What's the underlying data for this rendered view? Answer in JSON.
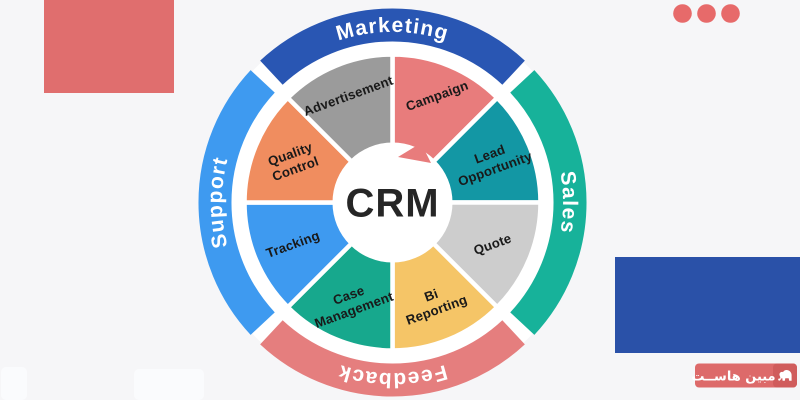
{
  "canvas": {
    "background": "#f6f6f8"
  },
  "decor": {
    "square_color": "#e06e6e",
    "dots_color": "#e76a6a",
    "panel_color": "#2a51a8",
    "faint_color": "#fafbfd"
  },
  "center": {
    "title": "CRM",
    "title_color": "#262626",
    "circle_color": "#ffffff",
    "pointer_color": "#e87c7c"
  },
  "outer_ring": {
    "marketing": {
      "label": "Marketing",
      "color": "#2956b3"
    },
    "sales": {
      "label": "Sales",
      "color": "#17b29a"
    },
    "feedback": {
      "label": "Feedback",
      "color": "#e57e7e"
    },
    "support": {
      "label": "Support",
      "color": "#3e9af0"
    },
    "label_color": "#ffffff"
  },
  "wheel": {
    "label_color": "#191919",
    "segments": [
      {
        "label": "Campaign",
        "lines": [
          "Campaign"
        ],
        "color": "#e87c7c"
      },
      {
        "label": "Lead Opportunity",
        "lines": [
          "Lead",
          "Opportunity"
        ],
        "color": "#1397a4"
      },
      {
        "label": "Quote",
        "lines": [
          "Quote"
        ],
        "color": "#cdcdcd"
      },
      {
        "label": "Bi Reporting",
        "lines": [
          "Bi",
          "Reporting"
        ],
        "color": "#f5c567"
      },
      {
        "label": "Case Management",
        "lines": [
          "Case",
          "Management"
        ],
        "color": "#17a88d"
      },
      {
        "label": "Tracking",
        "lines": [
          "Tracking"
        ],
        "color": "#3e9af0"
      },
      {
        "label": "Quality Control",
        "lines": [
          "Quality",
          "Control"
        ],
        "color": "#f08d5f"
      },
      {
        "label": "Advertisement",
        "lines": [
          "Advertisement"
        ],
        "color": "#9b9b9b"
      }
    ]
  },
  "logo": {
    "text": "مبین هاســت",
    "badge_color": "#dd6a6a",
    "icon_box_color": "#d05c5c",
    "text_color": "#ffffff"
  }
}
